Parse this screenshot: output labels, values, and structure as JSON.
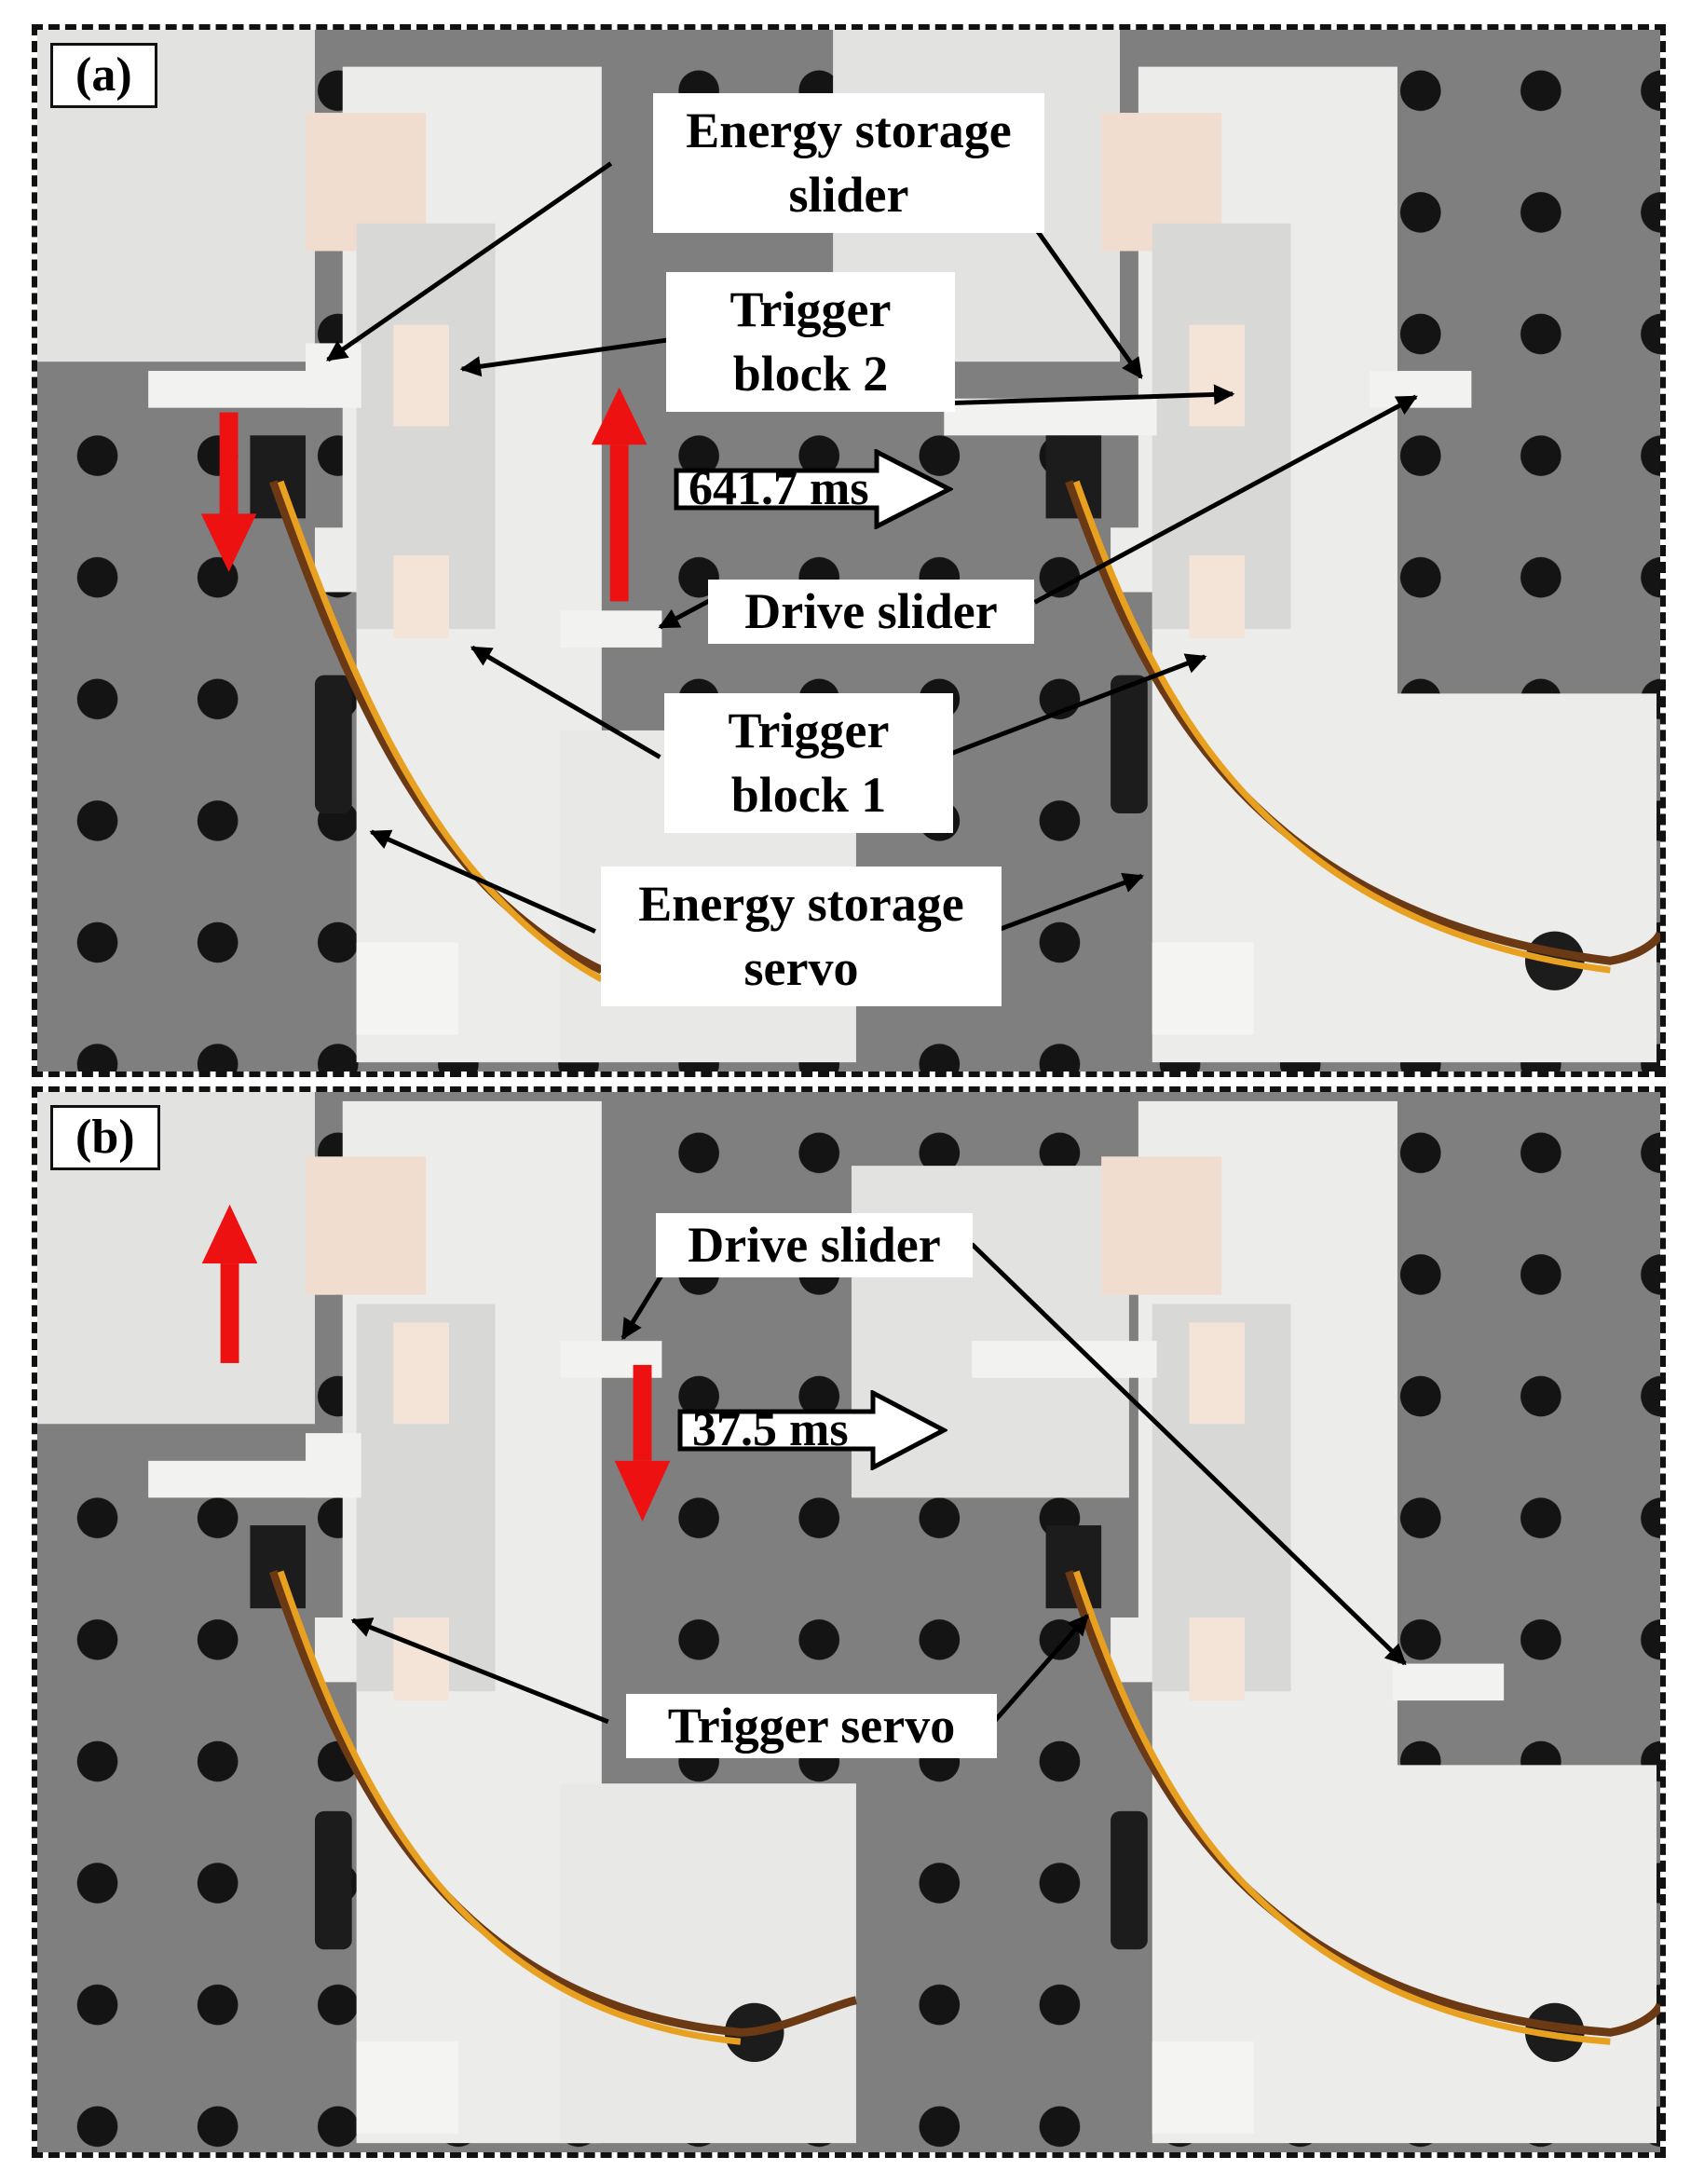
{
  "colors": {
    "background": "#7f7f7f",
    "pegboard_hole": "#141414",
    "mount_white": "#ececea",
    "arrow_red": "#ee1111",
    "servo_black": "#1c1c1c",
    "cable_yellow": "#e8a020",
    "cable_brown": "#6b3a14",
    "spacer_beige": "#f1ddd0"
  },
  "panel_a": {
    "tag": "(a)",
    "time": "641.7 ms",
    "labels": {
      "energy_storage_slider": "Energy storage slider",
      "trigger_block_2": "Trigger block 2",
      "drive_slider": "Drive slider",
      "trigger_block_1": "Trigger block 1",
      "energy_storage_servo": "Energy storage servo"
    }
  },
  "panel_b": {
    "tag": "(b)",
    "time": "37.5 ms",
    "labels": {
      "drive_slider": "Drive slider",
      "trigger_servo": "Trigger servo"
    }
  }
}
